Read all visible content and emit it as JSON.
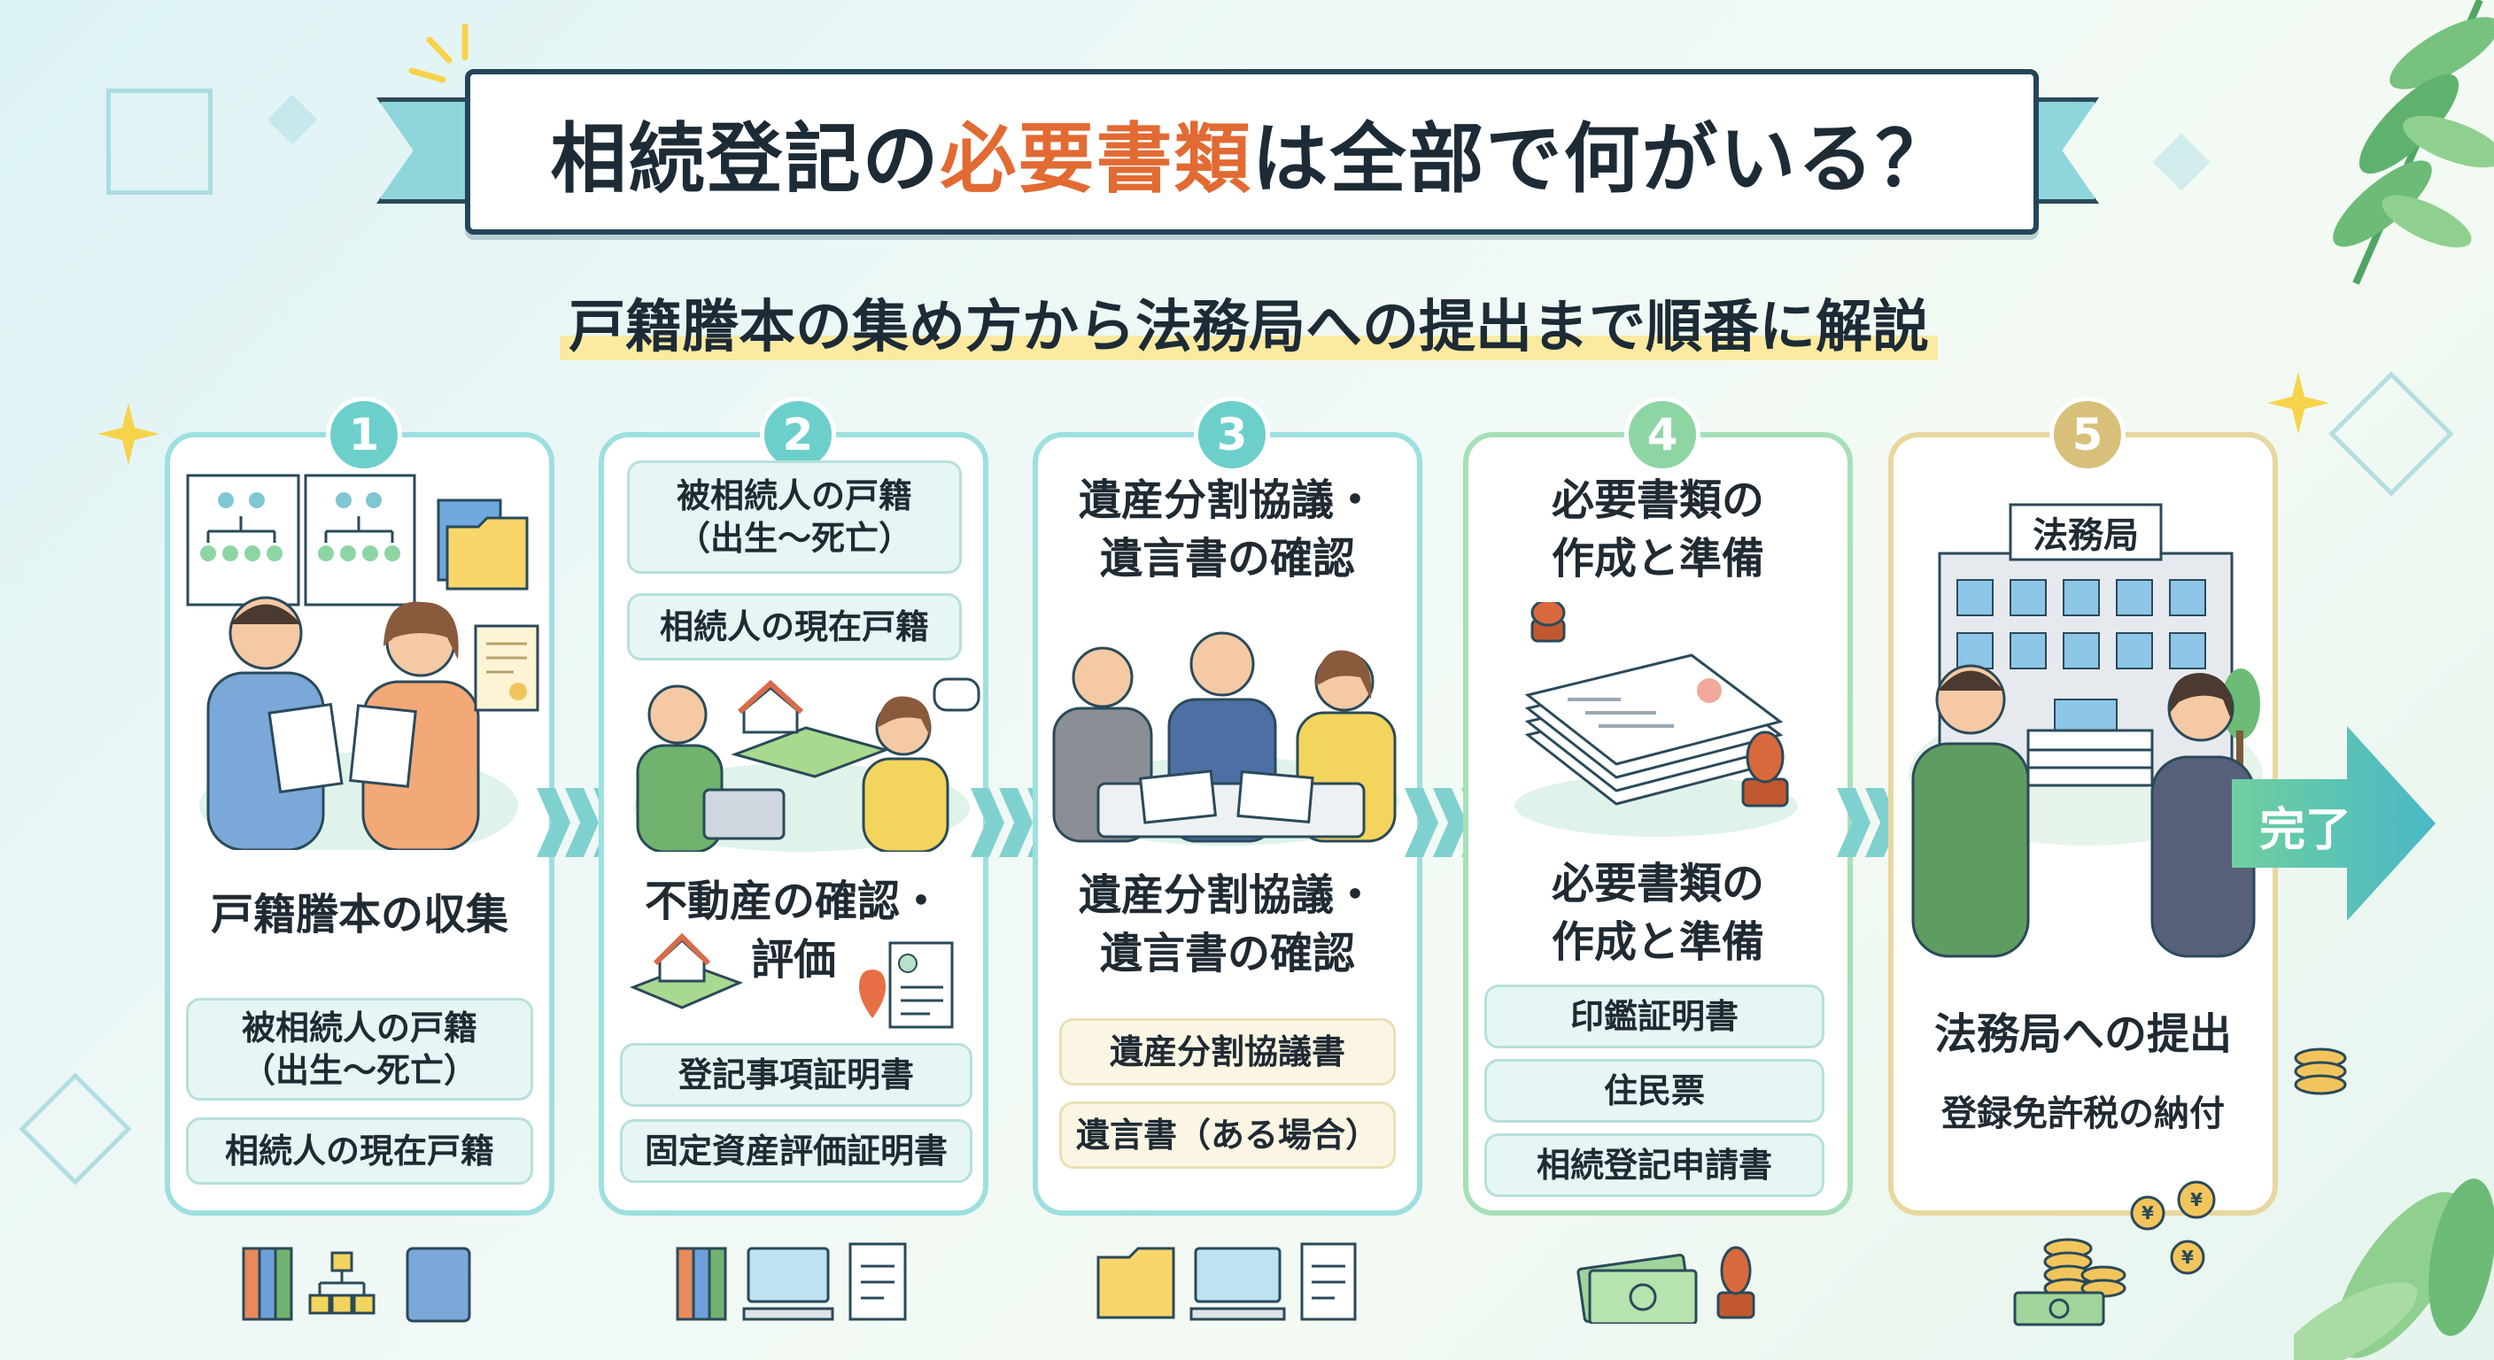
{
  "title": {
    "before": "相続登記の",
    "accent": "必要書類",
    "after": "は全部で何がいる？"
  },
  "subtitle": "戸籍謄本の集め方から法務局への提出まで順番に解説",
  "steps": [
    {
      "number": "1",
      "heading": "戸籍謄本の収集",
      "items": [
        "被相続人の戸籍\n（出生～死亡）",
        "相続人の現在戸籍"
      ]
    },
    {
      "number": "2",
      "top_items": [
        "被相続人の戸籍\n（出生～死亡）",
        "相続人の現在戸籍"
      ],
      "heading": "不動産の確認・\n評価",
      "items": [
        "登記事項証明書",
        "固定資産評価証明書"
      ]
    },
    {
      "number": "3",
      "top_heading": "遺産分割協議・\n遺言書の確認",
      "heading": "遺産分割協議・\n遺言書の確認",
      "items": [
        "遺産分割協議書",
        "遺言書（ある場合）"
      ]
    },
    {
      "number": "4",
      "top_heading": "必要書類の\n作成と準備",
      "heading": "必要書類の\n作成と準備",
      "items": [
        "印鑑証明書",
        "住民票",
        "相続登記申請書"
      ]
    },
    {
      "number": "5",
      "building_sign": "法務局",
      "heading": "法務局への提出",
      "subheading": "登録免許税の納付"
    }
  ],
  "complete_label": "完了",
  "colors": {
    "teal": "#6ccfcc",
    "green": "#8ed5a4",
    "gold": "#e7d7a0",
    "accent": "#e26a33",
    "navy": "#23455a"
  }
}
